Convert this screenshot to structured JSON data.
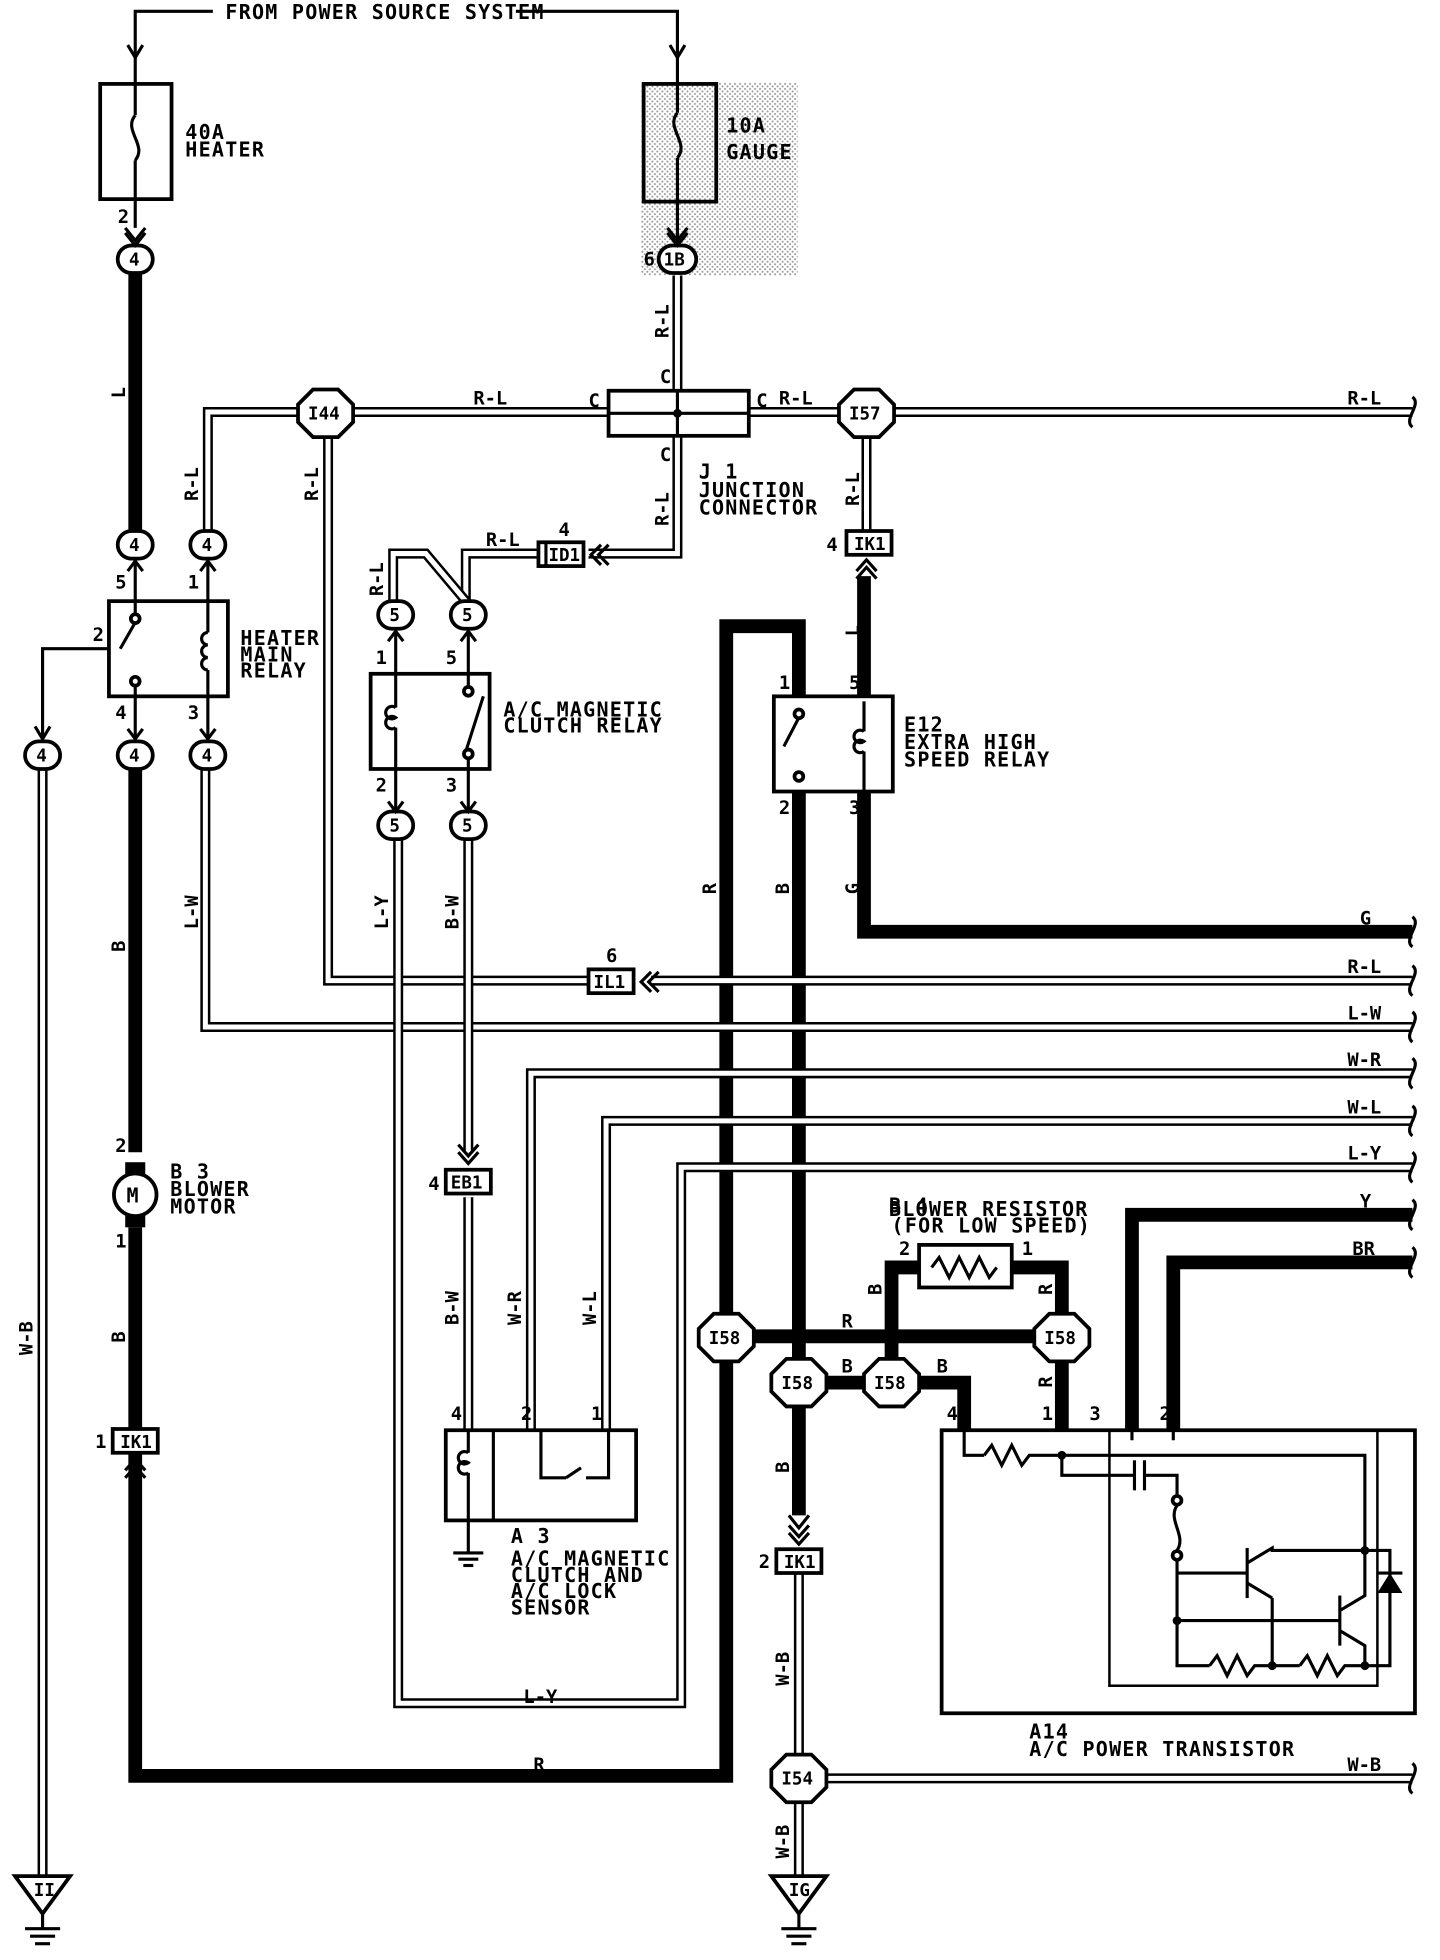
{
  "header": {
    "from_power_source": "FROM POWER SOURCE SYSTEM"
  },
  "fuses": {
    "heater": {
      "rating": "40A",
      "name": "HEATER"
    },
    "gauge": {
      "rating": "10A",
      "name": "GAUGE"
    }
  },
  "components": {
    "j1": {
      "code": "J 1",
      "line1": "JUNCTION",
      "line2": "CONNECTOR"
    },
    "heater_main_relay": {
      "line1": "HEATER",
      "line2": "MAIN",
      "line3": "RELAY"
    },
    "ac_clutch_relay": {
      "line1": "A/C MAGNETIC",
      "line2": "CLUTCH RELAY"
    },
    "e12": {
      "code": "E12",
      "line1": "EXTRA HIGH",
      "line2": "SPEED RELAY"
    },
    "b3": {
      "code": "B 3",
      "line1": "BLOWER",
      "line2": "MOTOR",
      "symbol": "M"
    },
    "b4": {
      "code": "B 4",
      "line1": "BLOWER RESISTOR",
      "line2": "(FOR LOW SPEED)"
    },
    "a3": {
      "code": "A 3",
      "line1": "A/C MAGNETIC",
      "line2": "CLUTCH AND",
      "line3": "A/C LOCK",
      "line4": "SENSOR"
    },
    "a14": {
      "code": "A14",
      "line1": "A/C POWER TRANSISTOR"
    }
  },
  "connectors": {
    "c4": "4",
    "c5": "5",
    "c1b": "1B",
    "i44": "I44",
    "i57": "I57",
    "i58": "I58",
    "i54": "I54",
    "id1": "ID1",
    "ik1": "IK1",
    "il1": "IL1",
    "eb1": "EB1"
  },
  "grounds": {
    "ii": "II",
    "ig": "IG"
  },
  "wire_colors": {
    "l": "L",
    "rl": "R-L",
    "lw": "L-W",
    "ly": "L-Y",
    "bw": "B-W",
    "wr": "W-R",
    "wl": "W-L",
    "wb": "W-B",
    "b": "B",
    "r": "R",
    "g": "G",
    "y": "Y",
    "br": "BR"
  },
  "pins": {
    "p1": "1",
    "p2": "2",
    "p3": "3",
    "p4": "4",
    "p5": "5",
    "p6": "6",
    "c": "C"
  }
}
